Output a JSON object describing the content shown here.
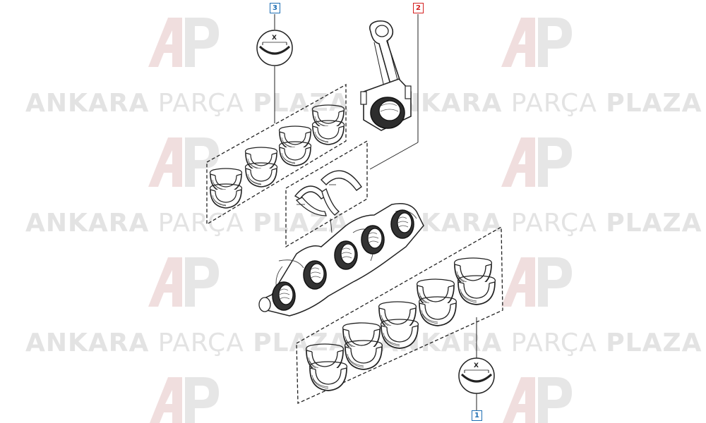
{
  "watermark": {
    "word_bold_1": "ANKARA",
    "word_light": "PARÇA",
    "word_bold_2": "PLAZA",
    "logo_text": "AP"
  },
  "callouts": {
    "main_bearings": "1",
    "connecting_rod": "2",
    "rod_bearings": "3"
  },
  "detail_label": "X",
  "colors": {
    "blue_callout": "#1f6fb4",
    "red_callout": "#d42020",
    "watermark": "#e3e3e3",
    "line": "#222222"
  }
}
